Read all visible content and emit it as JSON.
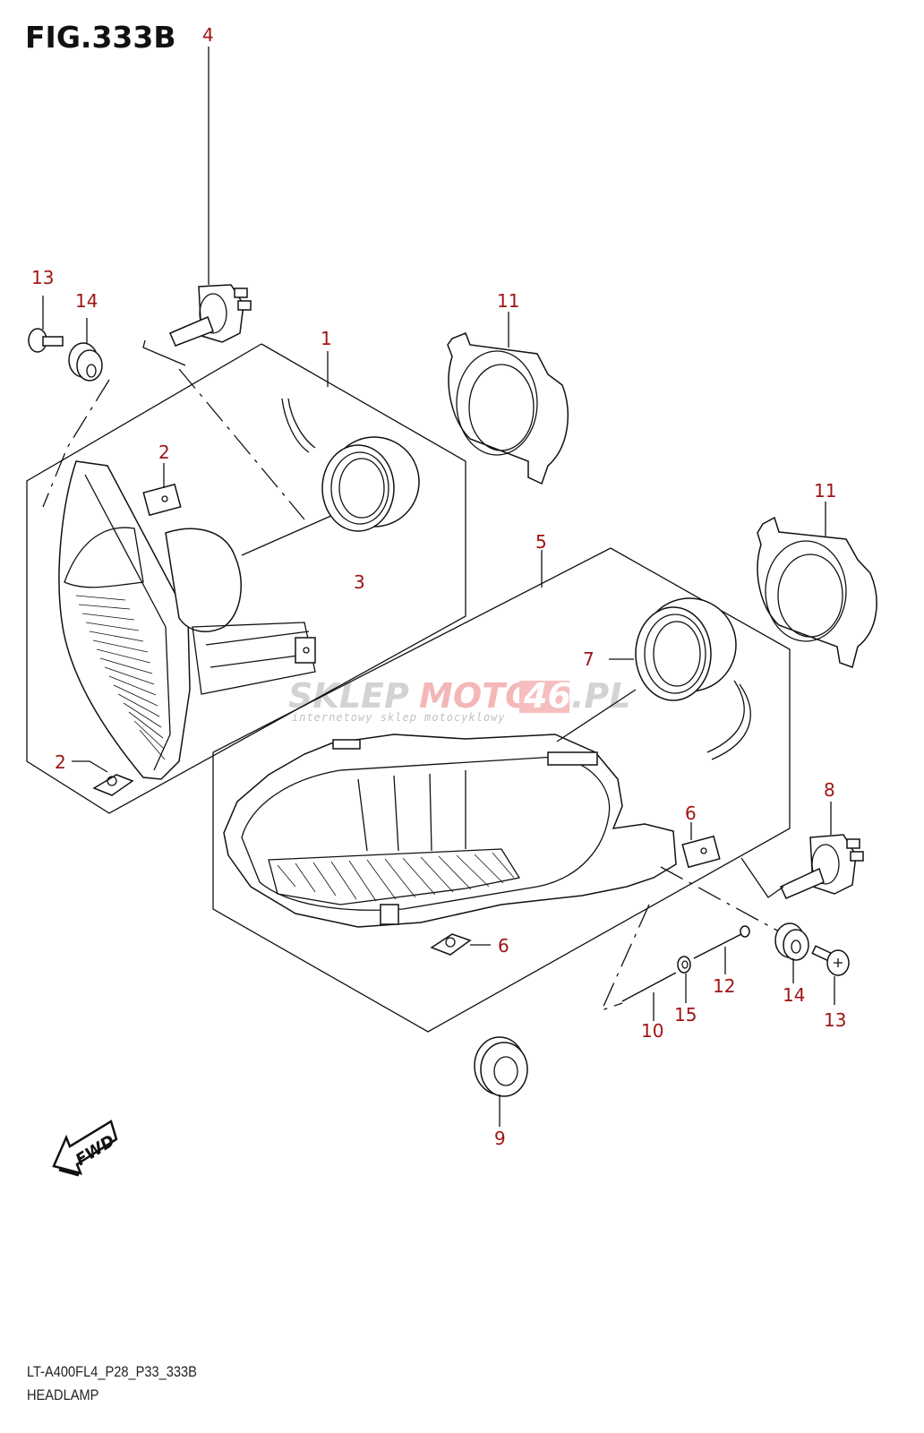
{
  "figure": {
    "title": "FIG.333B",
    "model_code": "LT-A400FL4_P28_P33_333B",
    "name": "HEADLAMP"
  },
  "colors": {
    "label": "#a01414",
    "line": "#111111",
    "watermark_gray": "#c8c8c8",
    "watermark_red": "#f2a0a0"
  },
  "watermark": {
    "part1": "SKLEP",
    "part2": "MOTO",
    "part3": "46",
    "part4": ".PL",
    "tagline": "internetowy sklep motocyklowy"
  },
  "fwd_arrow": {
    "label": "FWD",
    "icon": "forward-arrow-icon"
  },
  "callouts": [
    {
      "id": "1",
      "name": "headlamp-assembly-left"
    },
    {
      "id": "2",
      "name": "nut-clip"
    },
    {
      "id": "2",
      "name": "nut-clip"
    },
    {
      "id": "3",
      "name": "socket"
    },
    {
      "id": "4",
      "name": "bulb"
    },
    {
      "id": "5",
      "name": "headlamp-assembly-right"
    },
    {
      "id": "6",
      "name": "nut-clip"
    },
    {
      "id": "6",
      "name": "nut-clip"
    },
    {
      "id": "7",
      "name": "socket"
    },
    {
      "id": "8",
      "name": "bulb"
    },
    {
      "id": "9",
      "name": "cushion"
    },
    {
      "id": "10",
      "name": "spring"
    },
    {
      "id": "11",
      "name": "cover"
    },
    {
      "id": "11",
      "name": "cover"
    },
    {
      "id": "12",
      "name": "screw"
    },
    {
      "id": "13",
      "name": "bolt"
    },
    {
      "id": "13",
      "name": "bolt"
    },
    {
      "id": "14",
      "name": "cushion"
    },
    {
      "id": "14",
      "name": "cushion"
    },
    {
      "id": "15",
      "name": "washer"
    }
  ]
}
